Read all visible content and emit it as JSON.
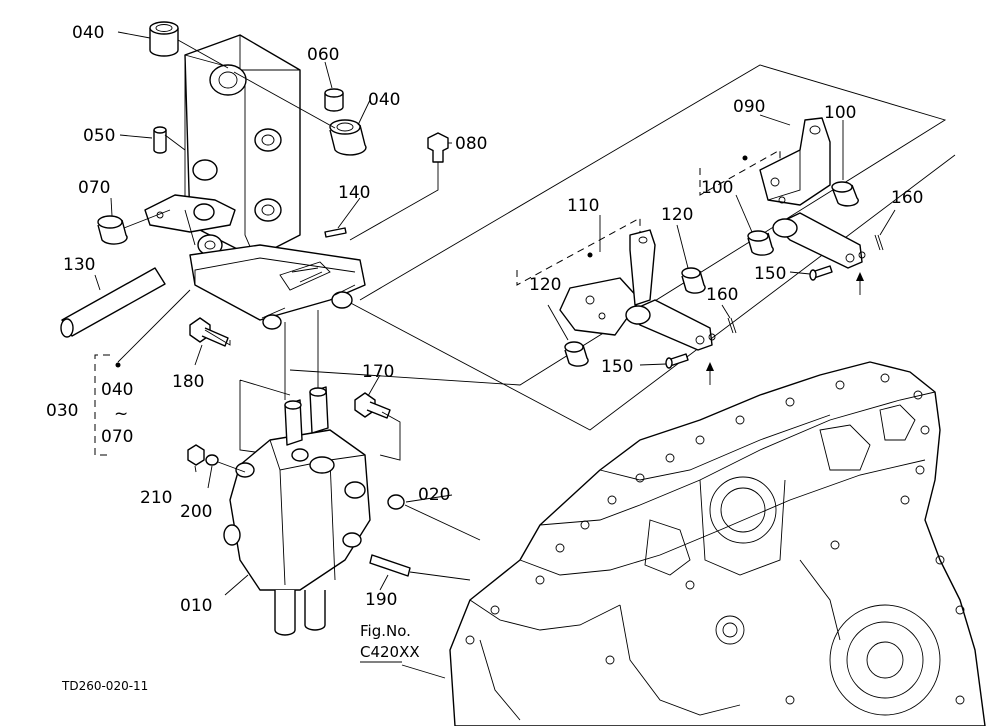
{
  "callouts": {
    "p010": "010",
    "p020": "020",
    "p030": "030",
    "p040a": "040",
    "p040b": "040",
    "p050": "050",
    "p060": "060",
    "p070": "070",
    "p080": "080",
    "p090": "090",
    "p100a": "100",
    "p100b": "100",
    "p110": "110",
    "p120a": "120",
    "p120b": "120",
    "p130": "130",
    "p140": "140",
    "p150a": "150",
    "p150b": "150",
    "p160a": "160",
    "p160b": "160",
    "p170": "170",
    "p180": "180",
    "p190": "190",
    "p200": "200",
    "p210": "210"
  },
  "group_030": {
    "from": "040",
    "tilde": "~",
    "to": "070"
  },
  "fig_ref": {
    "line1": "Fig.No.",
    "line2": "C420XX"
  },
  "drawing_code": "TD260-020-11"
}
